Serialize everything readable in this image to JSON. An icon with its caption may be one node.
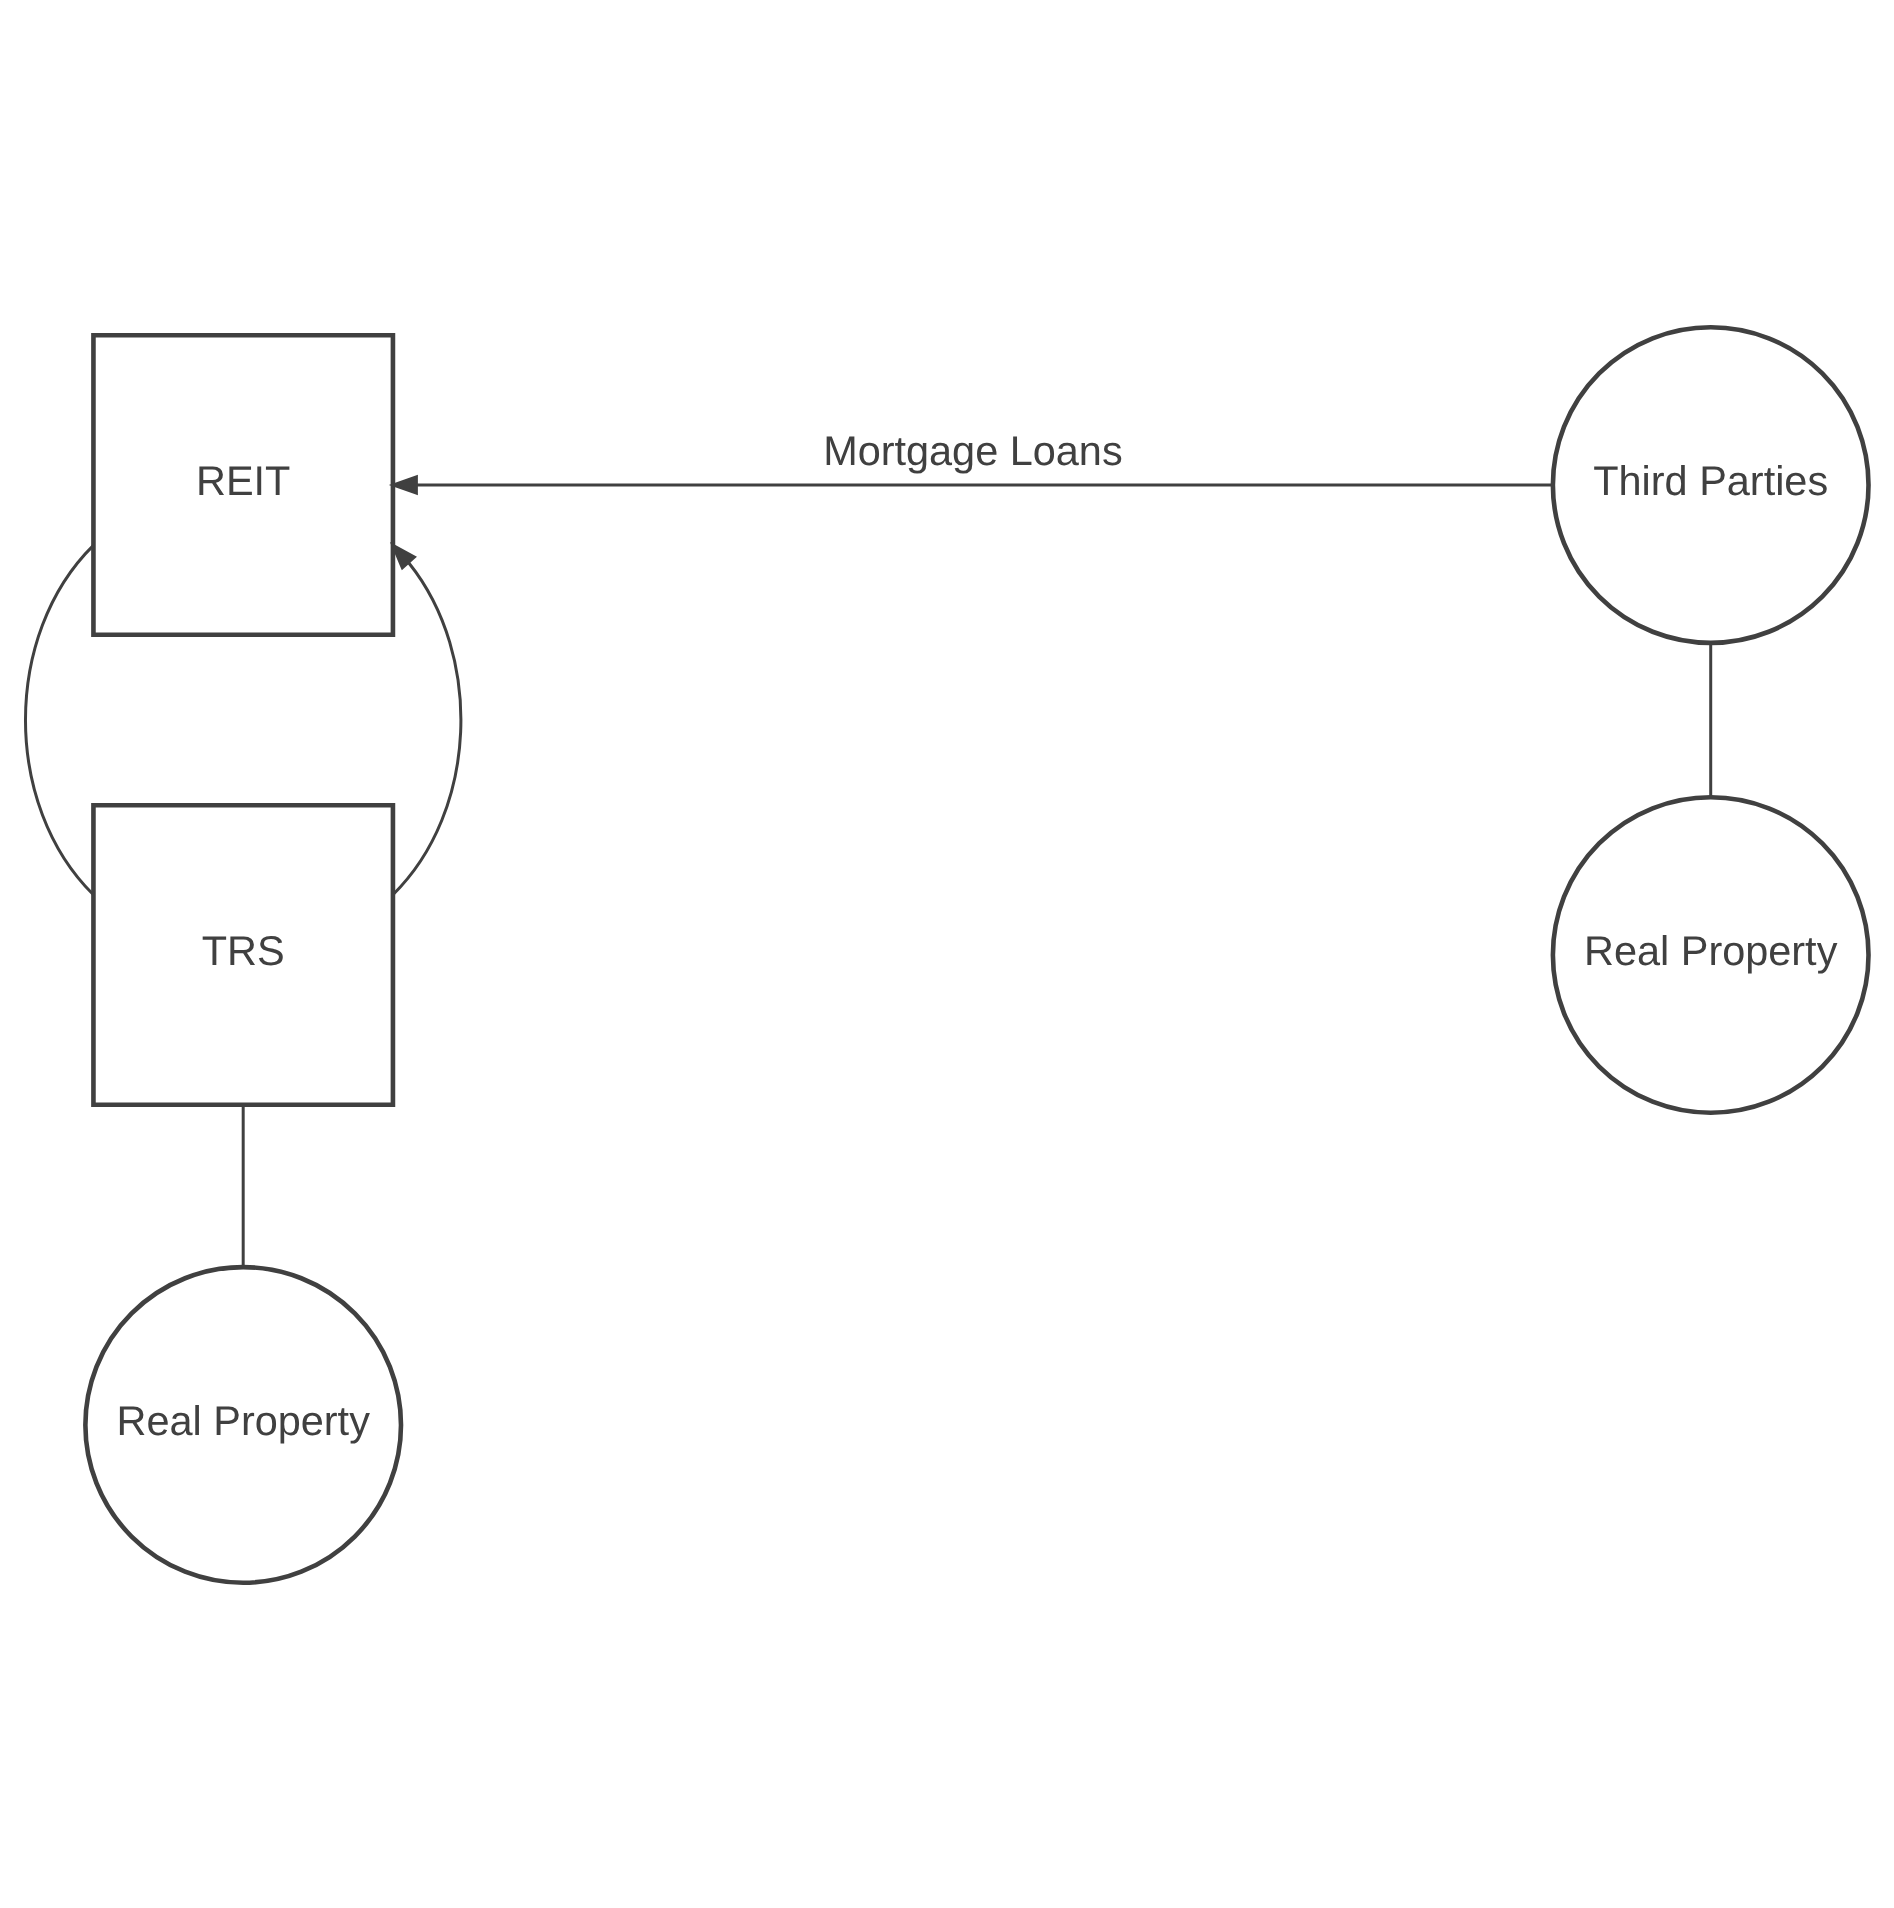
{
  "diagram": {
    "nodes": [
      {
        "text": [
          "REIT"
        ]
      },
      {
        "text": [
          "TRS"
        ]
      },
      {
        "text": [
          "Real Property"
        ]
      },
      {
        "text": [
          "Third Parties"
        ]
      },
      {
        "text": [
          "Real Property"
        ]
      }
    ],
    "edges": [
      {
        "from": 0,
        "to": 1,
        "arrow": "none"
      },
      {
        "from": 1,
        "to": 2,
        "arrow": "none"
      },
      {
        "from": 3,
        "to": 4,
        "arrow": "none"
      },
      {
        "from": 3,
        "to": 0,
        "arrow": "to",
        "label": "Mortgage Loans"
      },
      {
        "from": 1,
        "to": 0,
        "arrow": "to"
      }
    ]
  }
}
